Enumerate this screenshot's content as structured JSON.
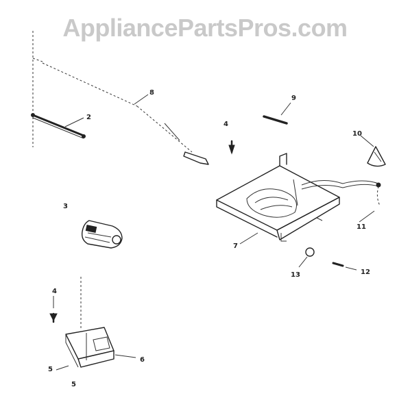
{
  "watermark": "AppliancePartsPros.com",
  "callouts": {
    "c2": "2",
    "c3": "3",
    "c4a": "4",
    "c4b": "4",
    "c5a": "5",
    "c5b": "5",
    "c6": "6",
    "c7": "7",
    "c8": "8",
    "c9": "9",
    "c10": "10",
    "c11": "11",
    "c12": "12",
    "c13": "13"
  }
}
